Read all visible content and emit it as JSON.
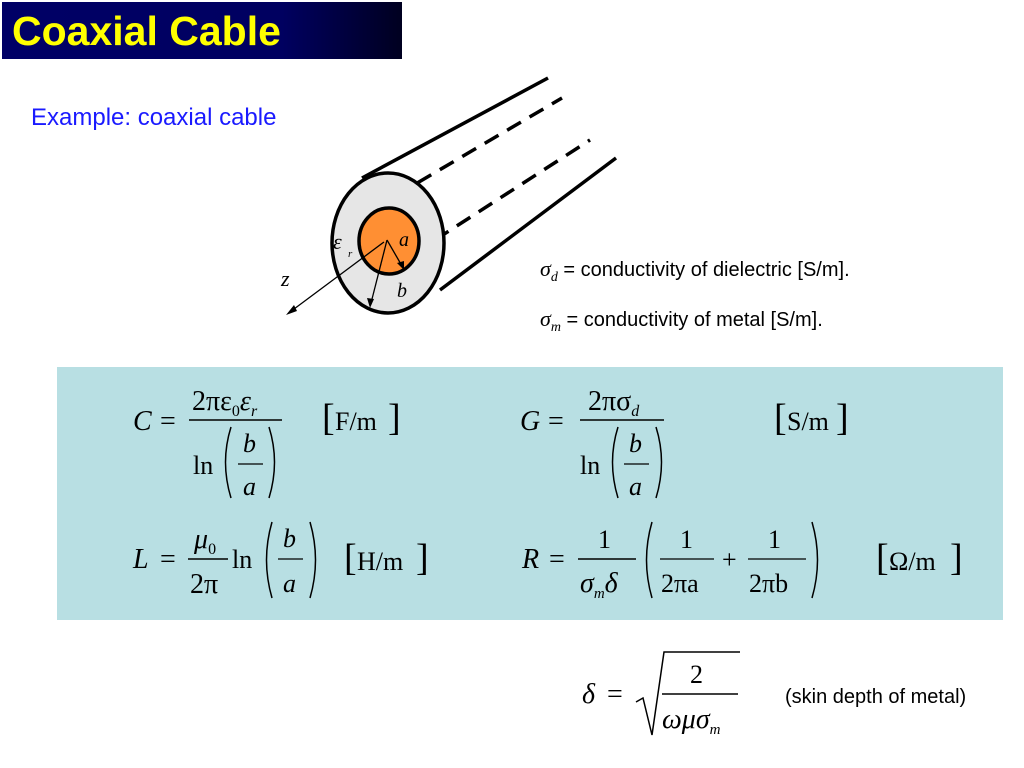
{
  "title": "Coaxial Cable",
  "subtitle": "Example:  coaxial cable",
  "diagram": {
    "labels": {
      "epsilon": "ε",
      "epsilon_sub": "r",
      "a": "a",
      "b": "b",
      "z": "z"
    },
    "colors": {
      "conductor": "#ff8f33",
      "dielectric": "#e6e6e6"
    }
  },
  "definitions": [
    {
      "symbol": "σ",
      "sub": "d",
      "text": " = conductivity of dielectric [S/m]."
    },
    {
      "symbol": "σ",
      "sub": "m",
      "text": " = conductivity of metal [S/m]."
    }
  ],
  "formulas": {
    "box_color": "#b8dfe3",
    "C": {
      "lhs": "C",
      "eq": "=",
      "num": "2πε",
      "num_sub0": "0",
      "num_eps": "ε",
      "num_sub_r": "r",
      "den_ln": "ln",
      "den_b": "b",
      "den_a": "a",
      "unit": "F/m"
    },
    "G": {
      "lhs": "G",
      "eq": "=",
      "num": "2πσ",
      "num_sub": "d",
      "den_ln": "ln",
      "den_b": "b",
      "den_a": "a",
      "unit": "S/m"
    },
    "L": {
      "lhs": "L",
      "eq": "=",
      "num": "μ",
      "num_sub": "0",
      "den": "2π",
      "ln": "ln",
      "b": "b",
      "a": "a",
      "unit": "H/m"
    },
    "R": {
      "lhs": "R",
      "eq": "=",
      "one": "1",
      "sigma": "σ",
      "sigma_sub": "m",
      "delta": "δ",
      "t1_num": "1",
      "t1_den": "2πa",
      "plus": "+",
      "t2_num": "1",
      "t2_den": "2πb",
      "unit": "Ω/m"
    }
  },
  "skin_depth": {
    "lhs": "δ",
    "eq": "=",
    "num": "2",
    "den": "ωμσ",
    "den_sub": "m",
    "note": "(skin depth of metal)"
  }
}
